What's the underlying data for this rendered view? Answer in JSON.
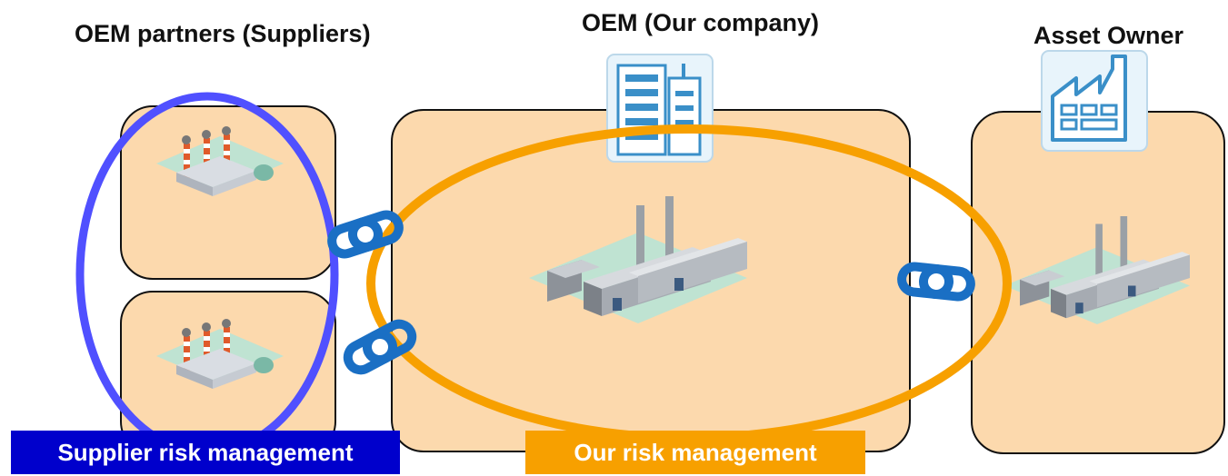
{
  "headers": {
    "suppliers": "OEM partners (Suppliers)",
    "oem": "OEM (Our company)",
    "asset_owner": "Asset Owner"
  },
  "labels": {
    "supplier_risk": "Supplier risk management",
    "our_risk": "Our risk management"
  },
  "colors": {
    "box_fill": "#fcd9ad",
    "supplier_ellipse": "#5050ff",
    "our_ellipse": "#f7a000",
    "chain": "#1a6fc4",
    "supplier_banner": "#0000cc",
    "our_banner": "#f7a000"
  },
  "icons": [
    "factory-icon",
    "office-building-icon",
    "chain-link-icon"
  ]
}
